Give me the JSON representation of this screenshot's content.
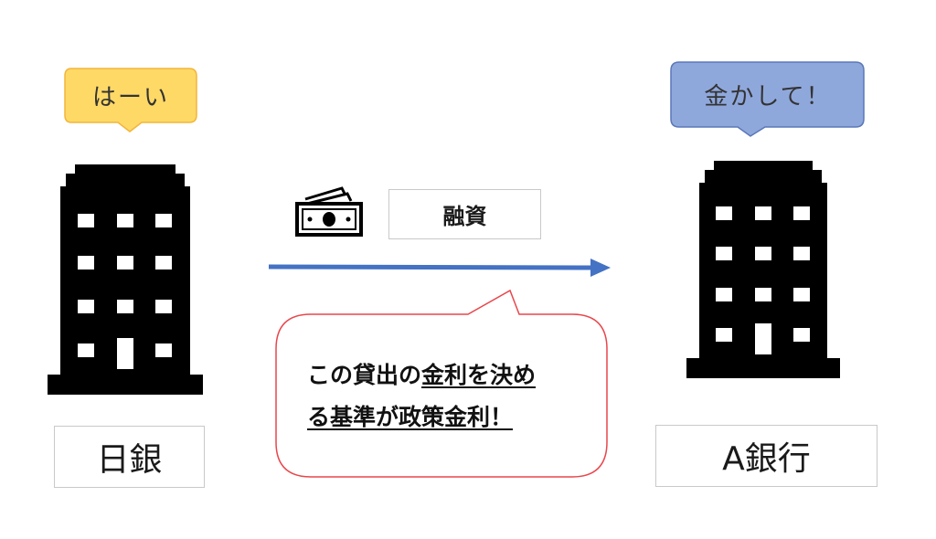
{
  "left": {
    "bubble_text": "はーい",
    "bubble_color": "#FFD966",
    "bubble_border": "#F2B53A",
    "label": "日銀"
  },
  "right": {
    "bubble_text": "金かして！",
    "bubble_color": "#8FA8DC",
    "bubble_border": "#5A77B8",
    "label": "A銀行"
  },
  "loan": {
    "label": "融資",
    "arrow_color": "#4472C4",
    "icon": "money-icon"
  },
  "callout": {
    "line1_plain": "この貸出の",
    "line1_underlined": "金利を決め",
    "line2_underlined": "る基準が政策金利！",
    "border_color": "#E8474C"
  }
}
